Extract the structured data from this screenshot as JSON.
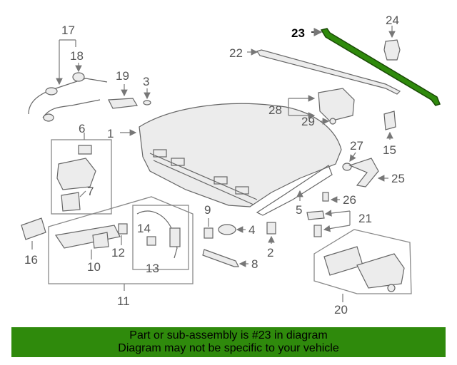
{
  "diagram": {
    "highlight_color": "#2f8a0c",
    "highlight_part": "23",
    "callouts": [
      "1",
      "2",
      "3",
      "4",
      "5",
      "6",
      "7",
      "8",
      "9",
      "10",
      "11",
      "12",
      "13",
      "14",
      "15",
      "16",
      "17",
      "18",
      "19",
      "20",
      "21",
      "22",
      "23",
      "24",
      "25",
      "26",
      "27",
      "28",
      "29"
    ]
  },
  "banner": {
    "line1": "Part or sub-assembly is #23 in diagram",
    "line2": "Diagram may not be specific to your vehicle",
    "background": "#2f8a0c"
  }
}
